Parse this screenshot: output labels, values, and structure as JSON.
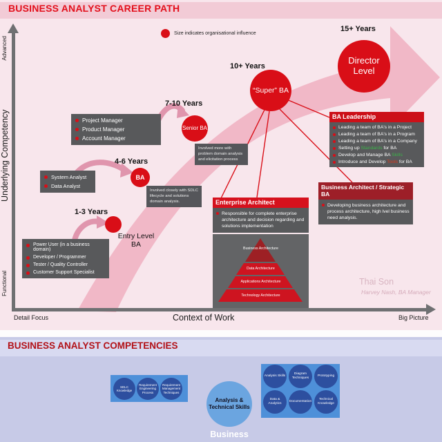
{
  "colors": {
    "accent_red": "#d90e17",
    "title_red_slide1": "#e30f1b",
    "title_red_slide2": "#b21117",
    "header_red": "#cc1018",
    "maroon_header": "#9d1f28",
    "dark_box_gray": "#58595b",
    "axis_gray": "#6f7072",
    "pink_band": "#f1b8c7",
    "green_highlight": "#3cb44a",
    "red_highlight": "#e2391b",
    "blue_box": "#4e90d9",
    "navy_circle": "#2d4f9f",
    "sky_circle": "#6ba5e0",
    "green_shape": "#4aa64f"
  },
  "slide1": {
    "title": "BUSINESS ANALYST CAREER PATH",
    "legend": "Size indicates organisational influence",
    "y_axis": {
      "title": "Underlying Competency",
      "top_label": "Advanced",
      "bottom_label": "Functional"
    },
    "x_axis": {
      "title": "Context of Work",
      "left_label": "Detail Focus",
      "right_label": "Big Picture"
    },
    "stages": [
      {
        "years": "1-3 Years",
        "label": "Entry Level BA"
      },
      {
        "years": "4-6 Years",
        "label": "BA"
      },
      {
        "years": "7-10 Years",
        "label": "Senior BA"
      },
      {
        "years": "10+ Years",
        "label": "“Super” BA"
      },
      {
        "years": "15+ Years",
        "label": "Director Level"
      }
    ],
    "role_boxes": [
      {
        "items": [
          "Power User (in a business domain)",
          "Developer / Programmer",
          "Tester / Quality Controller",
          "Customer Support Specialist"
        ]
      },
      {
        "items": [
          "System Analyst",
          "Data Analyst"
        ]
      },
      {
        "items": [
          "Project Manager",
          "Product Manager",
          "Account Manager"
        ]
      }
    ],
    "notes": [
      "Involved closely with SDLC lifecycle and solutions domain analysis.",
      "Involved more with problem domain analysis and elicitation process"
    ],
    "enterprise_architect": {
      "title": "Enterprise Architect",
      "description": "Responsible for complete enterprise architecture and decision regarding and solutions implementation",
      "pyramid": [
        "Business Architecture",
        "Data Architecture",
        "Applications Architecture",
        "Technology Architecture"
      ]
    },
    "ba_leadership": {
      "title": "BA Leadership",
      "items": [
        {
          "prefix": "Leading a team of BA's in a Project",
          "highlight": "",
          "suffix": ""
        },
        {
          "prefix": "Leading a team of BA's in a Program",
          "highlight": "",
          "suffix": ""
        },
        {
          "prefix": "Leading a team of BA's in a Company",
          "highlight": "",
          "suffix": ""
        },
        {
          "prefix": "Setting up ",
          "highlight": "Standards",
          "suffix": " for BA"
        },
        {
          "prefix": "Develop and Manage BA ",
          "highlight": "Skills",
          "suffix": ""
        },
        {
          "prefix": "Introduce and Develop ",
          "highlight": "Tools",
          "suffix": " for BA"
        }
      ]
    },
    "business_architect": {
      "title": "Business Architect / Strategic BA",
      "description": "Developing business architecture and process architecture, high lvel business need analysis."
    },
    "watermark": {
      "name": "Thai Son",
      "role": "Harvey Nash, BA Manager"
    }
  },
  "slide2": {
    "title": "BUSINESS ANALYST COMPETENCIES",
    "center_label": "Analysis & Technical Skills",
    "bottom_label": "Business",
    "left_group": [
      "SDLC Knowledge",
      "Requirement Engineering Process",
      "Requirement Management Techniques"
    ],
    "right_group": [
      "Analysis Skills",
      "Diagram Techniques",
      "Prototyping",
      "Data & Analytics",
      "Documentation",
      "Technical Knowledge"
    ]
  }
}
